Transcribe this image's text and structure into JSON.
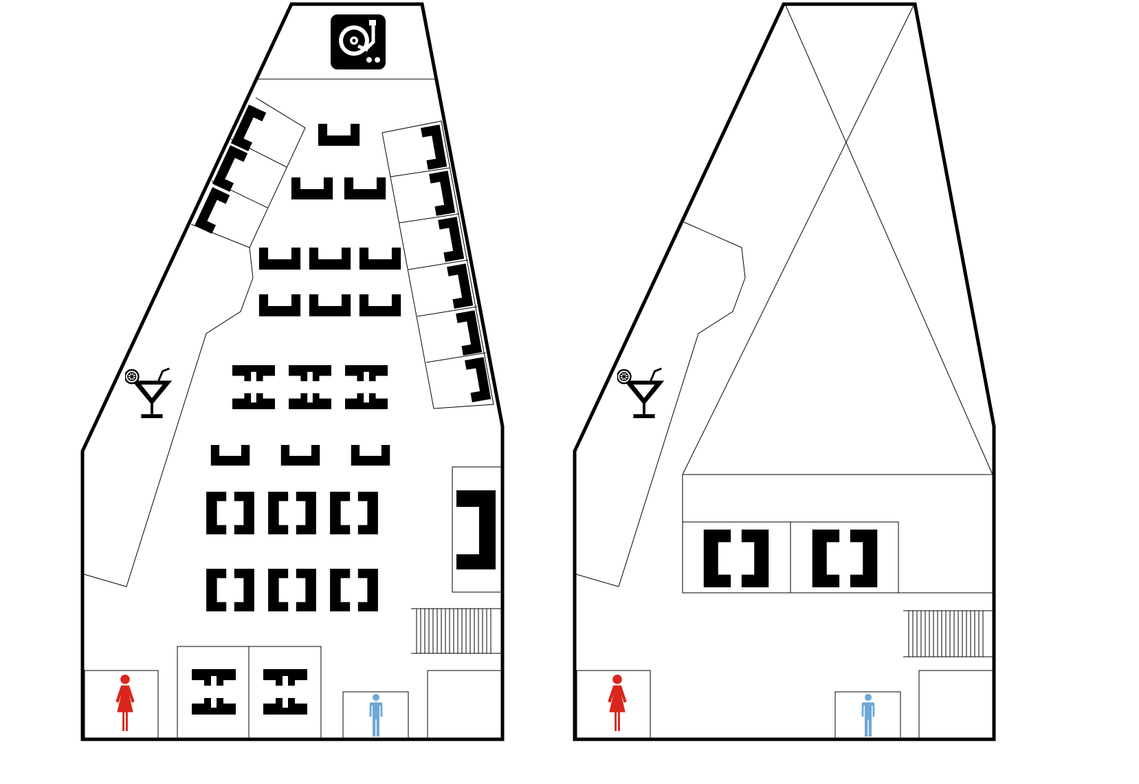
{
  "plan": {
    "levels": [
      {
        "id": "ground-floor",
        "features": [
          "dj-booth",
          "dance-floor-seating",
          "bar",
          "booths",
          "womens-restroom",
          "mens-restroom",
          "stairs"
        ]
      },
      {
        "id": "upper-floor",
        "features": [
          "void-over-dance-floor",
          "bar",
          "vip-booths",
          "womens-restroom",
          "mens-restroom",
          "stairs"
        ]
      }
    ]
  },
  "icons": {
    "dj": "turntable-icon",
    "bar": "cocktail-icon",
    "women": "woman-icon",
    "men": "man-icon"
  },
  "colors": {
    "wall": "#000000",
    "furniture": "#000000",
    "women": "#d9261c",
    "men": "#6fa8d6",
    "background": "#ffffff"
  }
}
